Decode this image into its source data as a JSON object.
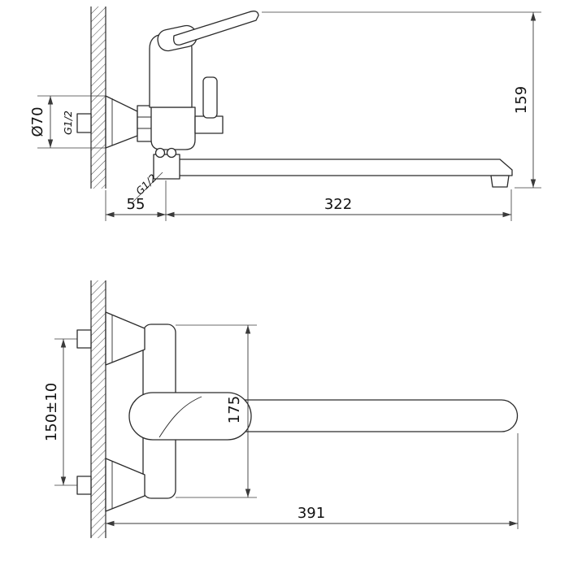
{
  "colors": {
    "line": "#2b2b2b",
    "dimension_line": "#3a3a3a",
    "text": "#111111",
    "background": "#ffffff"
  },
  "side_view": {
    "dim_diameter": "Ø70",
    "dim_inlet_thread": "G1/2",
    "dim_spout_thread": "G1/2",
    "dim_height": "159",
    "dim_wall_offset": "55",
    "dim_spout_reach": "322"
  },
  "front_view": {
    "dim_mount_spacing": "150±10",
    "dim_body_height": "175",
    "dim_overall_length": "391"
  }
}
